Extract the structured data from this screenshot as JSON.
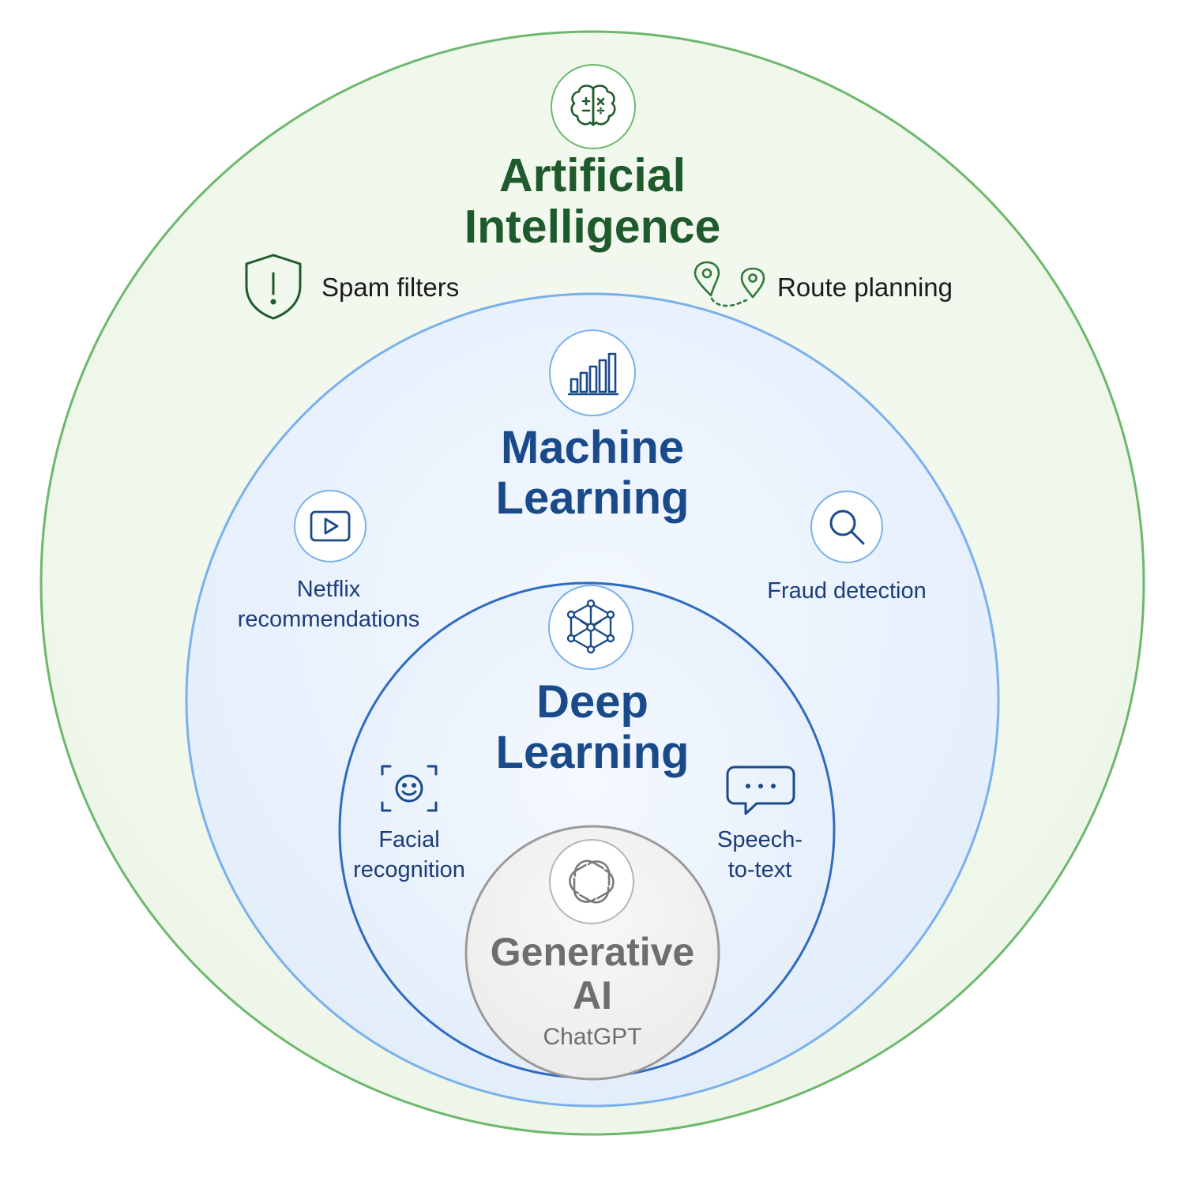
{
  "diagram": {
    "ai": {
      "title_lines": [
        "Artificial",
        "Intelligence"
      ],
      "icon": "brain-icon",
      "color": "#1f5a2c",
      "border": "#6cb86c",
      "examples": [
        {
          "label": "Spam filters",
          "icon": "shield-alert-icon"
        },
        {
          "label": "Route planning",
          "icon": "route-pins-icon"
        }
      ]
    },
    "ml": {
      "title_lines": [
        "Machine",
        "Learning"
      ],
      "icon": "bar-chart-icon",
      "color": "#1a4a8a",
      "border": "#7ab0ec",
      "examples": [
        {
          "lines": [
            "Netflix",
            "recommendations"
          ],
          "icon": "play-video-icon"
        },
        {
          "lines": [
            "Fraud detection"
          ],
          "icon": "magnifier-icon"
        }
      ]
    },
    "dl": {
      "title_lines": [
        "Deep",
        "Learning"
      ],
      "icon": "neural-network-icon",
      "color": "#1a4a8a",
      "border": "#2f6bbf",
      "examples": [
        {
          "lines": [
            "Facial",
            "recognition"
          ],
          "icon": "face-scan-icon"
        },
        {
          "lines": [
            "Speech-",
            "to-text"
          ],
          "icon": "chat-bubble-icon"
        }
      ]
    },
    "genai": {
      "title_lines": [
        "Generative",
        "AI"
      ],
      "subtitle": "ChatGPT",
      "icon": "chatgpt-logo-icon",
      "color": "#6e6e6e",
      "border": "#9a9a9a"
    }
  }
}
